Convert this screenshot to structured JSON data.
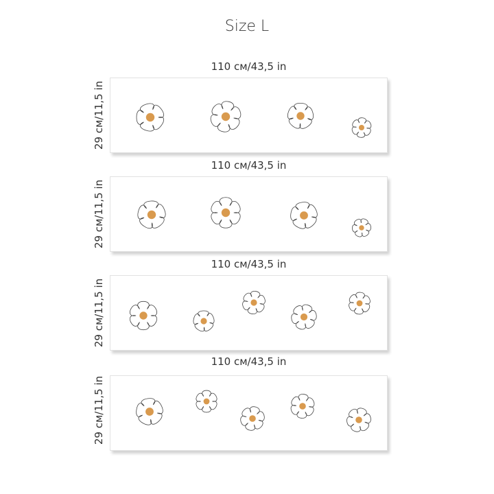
{
  "title": "Size L",
  "colors": {
    "petal_fill": "#ffffff",
    "petal_stroke": "#444444",
    "center": "#d99a4e"
  },
  "icons": [
    "daisy-icon"
  ],
  "panels": [
    {
      "width_label": "110 см/43,5 in",
      "height_label": "29 см/11,5 in",
      "flower_count": 4
    },
    {
      "width_label": "110 см/43,5 in",
      "height_label": "29 см/11,5 in",
      "flower_count": 4
    },
    {
      "width_label": "110 см/43,5 in",
      "height_label": "29 см/11,5 in",
      "flower_count": 5
    },
    {
      "width_label": "110 см/43,5 in",
      "height_label": "29 см/11,5 in",
      "flower_count": 5
    }
  ]
}
